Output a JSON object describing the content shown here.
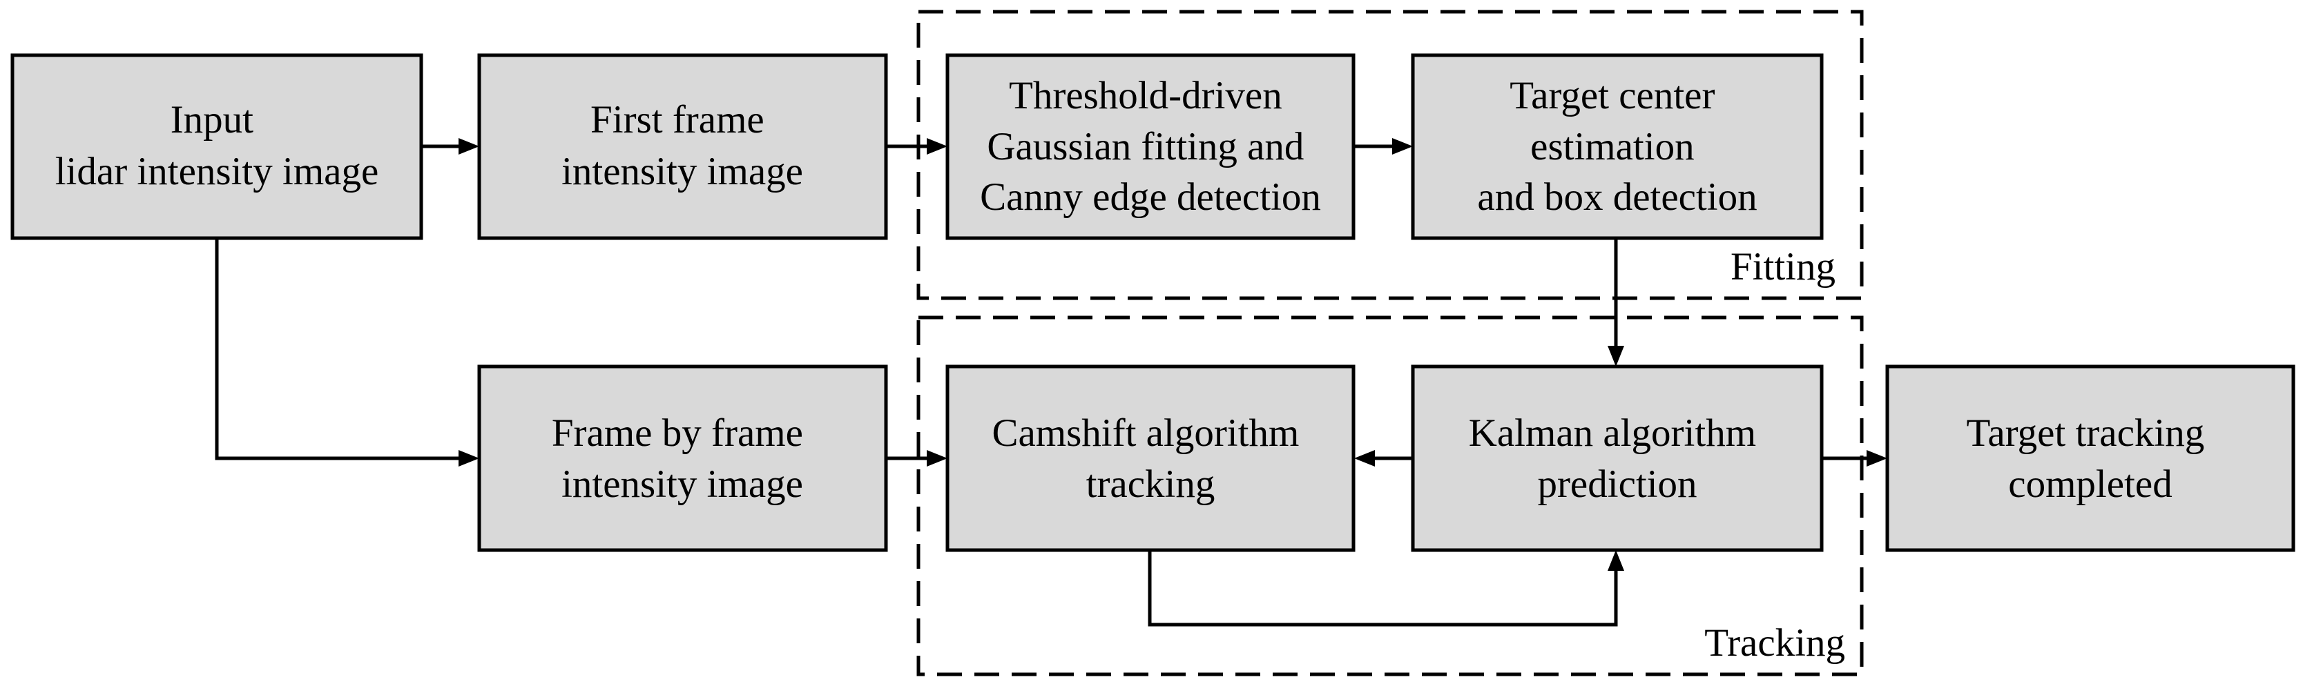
{
  "diagram": {
    "nodes": {
      "input": {
        "lines": [
          "Input",
          "lidar intensity image"
        ]
      },
      "first_frame": {
        "lines": [
          "First frame",
          "intensity image"
        ]
      },
      "threshold": {
        "lines": [
          "Threshold-driven",
          "Gaussian fitting and",
          "Canny edge detection"
        ]
      },
      "target_center": {
        "lines": [
          "Target center",
          "estimation",
          "and box detection"
        ]
      },
      "frame_by_frame": {
        "lines": [
          "Frame by frame",
          "intensity image"
        ]
      },
      "camshift": {
        "lines": [
          "Camshift algorithm",
          "tracking"
        ]
      },
      "kalman": {
        "lines": [
          "Kalman algorithm",
          "prediction"
        ]
      },
      "completed": {
        "lines": [
          "Target tracking",
          "completed"
        ]
      }
    },
    "groups": {
      "fitting": {
        "label": "Fitting"
      },
      "tracking": {
        "label": "Tracking"
      }
    },
    "edges": [
      {
        "from": "input",
        "to": "first_frame"
      },
      {
        "from": "first_frame",
        "to": "threshold"
      },
      {
        "from": "threshold",
        "to": "target_center"
      },
      {
        "from": "target_center",
        "to": "kalman"
      },
      {
        "from": "input",
        "to": "frame_by_frame"
      },
      {
        "from": "frame_by_frame",
        "to": "camshift"
      },
      {
        "from": "kalman",
        "to": "camshift"
      },
      {
        "from": "camshift",
        "to": "kalman"
      },
      {
        "from": "kalman",
        "to": "completed"
      }
    ]
  }
}
